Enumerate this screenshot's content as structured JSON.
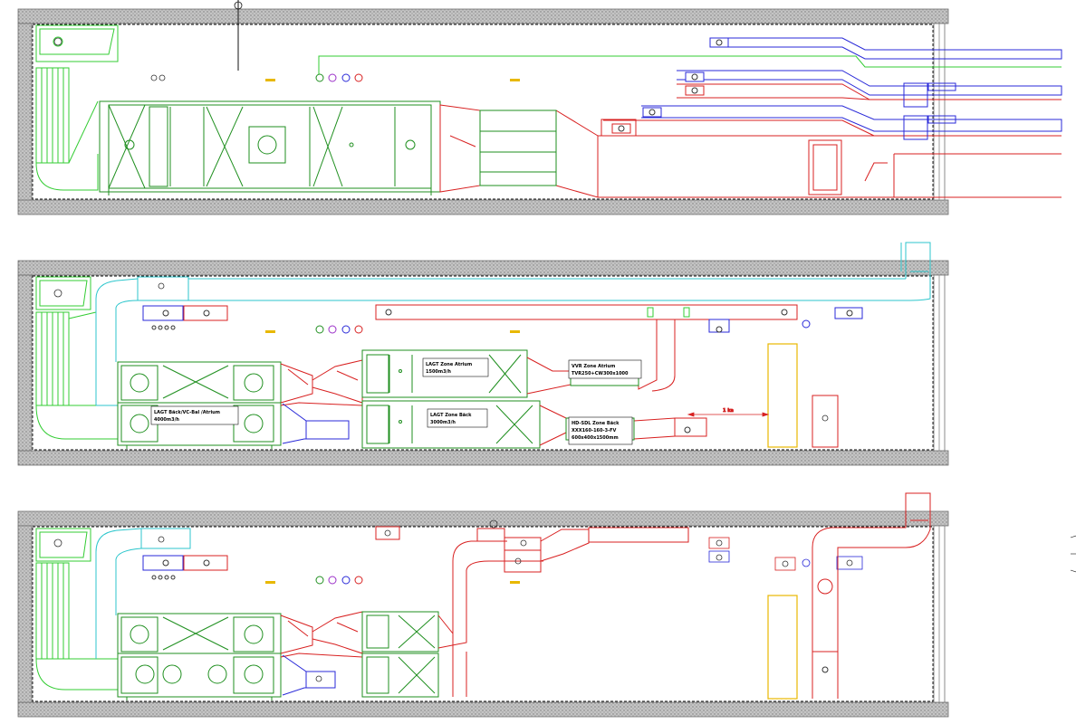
{
  "colors": {
    "wall_fill": "#b8b8b8",
    "wall_edge": "#6f6f6f",
    "supply": "#2828d8",
    "exhaust": "#d82020",
    "outdoor": "#2cc6cc",
    "unit": "#1f8f1f",
    "line_green": "#33cc33",
    "yellow": "#e8b800",
    "dash": "#111111"
  },
  "section2": {
    "ahu_main": {
      "line1": "LAGT Bäck/VC-Bal /Atrium",
      "line2": "4000m3/h"
    },
    "ahu_upper": {
      "line1": "LAGT Zone Atrium",
      "line2": "1500m3/h"
    },
    "ahu_lower": {
      "line1": "LAGT Zone Bäck",
      "line2": "3000m3/h"
    },
    "vvr_box": {
      "line1": "VVR Zone Atrium",
      "line2": "TVR250+CW300x1000"
    },
    "silencer_box": {
      "line1": "HD-SDL Zone Bäck",
      "line2": "XXX160-160-3-FV",
      "line3": "600x400x1500mm"
    },
    "dimension_label": "1 ka"
  }
}
